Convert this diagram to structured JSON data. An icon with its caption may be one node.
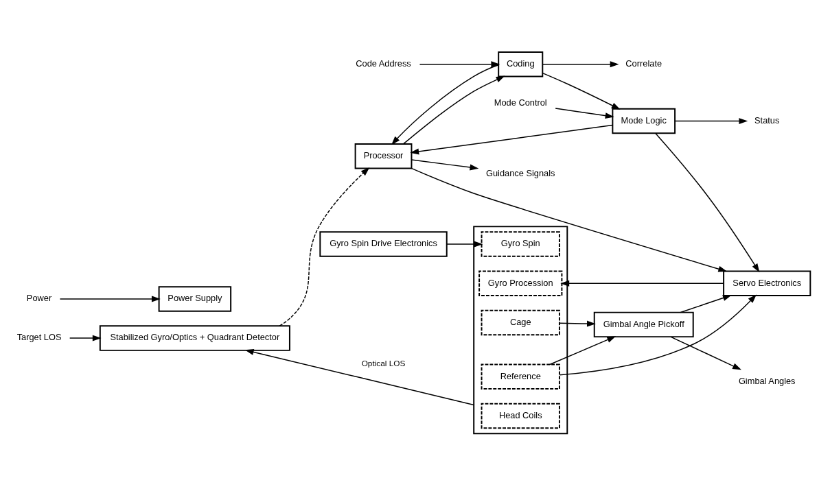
{
  "diagram": {
    "nodes": [
      {
        "text": [
          "Target LOS"
        ]
      },
      {
        "text": [
          "Stabilized Gyro/Optics + Quadrant Detector"
        ]
      },
      {
        "text": [
          "Processor"
        ]
      },
      {
        "text": [
          "Coding"
        ]
      },
      {
        "text": [
          "Guidance Signals"
        ]
      },
      {
        "text": [
          "Correlate"
        ]
      },
      {
        "text": [
          "Code Address"
        ]
      },
      {
        "text": [],
        "shape": "box"
      },
      {
        "text": [
          "Head Coils"
        ],
        "in": 7
      },
      {
        "text": [
          "Gyro Procession"
        ],
        "in": 7
      },
      {
        "text": [
          "Reference"
        ],
        "in": 7
      },
      {
        "text": [
          "Cage"
        ],
        "in": 7
      },
      {
        "text": [
          "Gyro Spin"
        ],
        "in": 7
      },
      {
        "text": [
          "Mode Logic"
        ]
      },
      {
        "text": [
          "Status"
        ]
      },
      {
        "text": [
          "Servo Electronics"
        ]
      },
      {
        "text": [
          "Mode Control"
        ]
      },
      {
        "text": [
          "Gimbal Angle Pickoff"
        ]
      },
      {
        "text": [
          "Gimbal Angles"
        ]
      },
      {
        "text": [
          "Power Supply"
        ]
      },
      {
        "text": [
          "Power"
        ]
      },
      {
        "text": [
          "Gyro Spin Drive Electronics"
        ]
      }
    ],
    "edges": [
      {
        "from": 0,
        "to": 1,
        "arrow": "to"
      },
      {
        "from": 1,
        "to": 2,
        "arrow": "to",
        "style": "dashed"
      },
      {
        "from": 2,
        "to": 3,
        "arrow": "to"
      },
      {
        "from": 3,
        "to": 2,
        "arrow": "to"
      },
      {
        "from": 2,
        "to": 4,
        "arrow": "to"
      },
      {
        "from": 2,
        "to": 15,
        "arrow": "to"
      },
      {
        "from": 3,
        "to": 5,
        "arrow": "to"
      },
      {
        "from": 3,
        "to": 13,
        "arrow": "to"
      },
      {
        "from": 6,
        "to": 3,
        "arrow": "to"
      },
      {
        "from": 13,
        "to": 2,
        "arrow": "to"
      },
      {
        "from": 13,
        "to": 14,
        "arrow": "to"
      },
      {
        "from": 16,
        "to": 13,
        "arrow": "to"
      },
      {
        "from": 13,
        "to": 15,
        "arrow": "to"
      },
      {
        "from": 15,
        "to": 9,
        "arrow": "to"
      },
      {
        "from": 10,
        "to": 15,
        "arrow": "to"
      },
      {
        "from": 10,
        "to": 17,
        "arrow": "to"
      },
      {
        "from": 11,
        "to": 17,
        "arrow": "to"
      },
      {
        "from": 17,
        "to": 15,
        "arrow": "to"
      },
      {
        "from": 17,
        "to": 18,
        "arrow": "to"
      },
      {
        "from": 20,
        "to": 19,
        "arrow": "to"
      },
      {
        "from": 21,
        "to": 12,
        "arrow": "to"
      },
      {
        "from": 7,
        "to": 1,
        "arrow": "to",
        "label": "Optical LOS"
      }
    ]
  }
}
